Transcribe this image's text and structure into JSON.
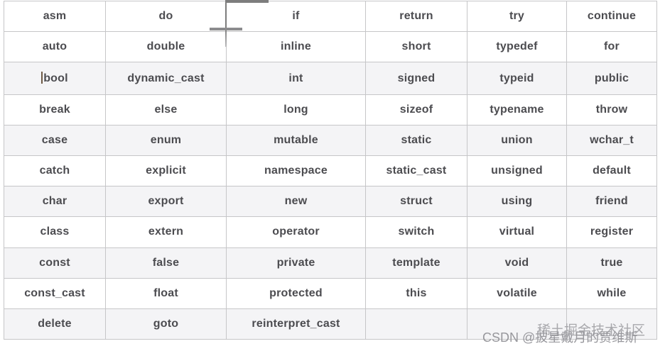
{
  "table": {
    "rows": [
      [
        "asm",
        "do",
        "if",
        "return",
        "try",
        "continue"
      ],
      [
        "auto",
        "double",
        "inline",
        "short",
        "typedef",
        "for"
      ],
      [
        "bool",
        "dynamic_cast",
        "int",
        "signed",
        "typeid",
        "public"
      ],
      [
        "break",
        "else",
        "long",
        "sizeof",
        "typename",
        "throw"
      ],
      [
        "case",
        "enum",
        "mutable",
        "static",
        "union",
        "wchar_t"
      ],
      [
        "catch",
        "explicit",
        "namespace",
        "static_cast",
        "unsigned",
        "default"
      ],
      [
        "char",
        "export",
        "new",
        "struct",
        "using",
        "friend"
      ],
      [
        "class",
        "extern",
        "operator",
        "switch",
        "virtual",
        "register"
      ],
      [
        "const",
        "false",
        "private",
        "template",
        "void",
        "true"
      ],
      [
        "const_cast",
        "float",
        "protected",
        "this",
        "volatile",
        "while"
      ],
      [
        "delete",
        "goto",
        "reinterpret_cast",
        "",
        "",
        ""
      ]
    ],
    "striped_row_indexes": [
      2,
      4,
      6,
      8,
      10
    ],
    "caret_cell": {
      "row": 2,
      "col": 0
    },
    "colors": {
      "stripe": "#f4f4f6",
      "border": "#c6c6c8",
      "text": "#4c4c50"
    }
  },
  "icons": {
    "column_resize_guide": "column-resize-guide",
    "text_caret": "text-caret"
  },
  "watermark": {
    "primary": "CSDN @披星戴月的贾维斯",
    "secondary": "稀土掘金技术社区",
    "color": "#97979c"
  }
}
